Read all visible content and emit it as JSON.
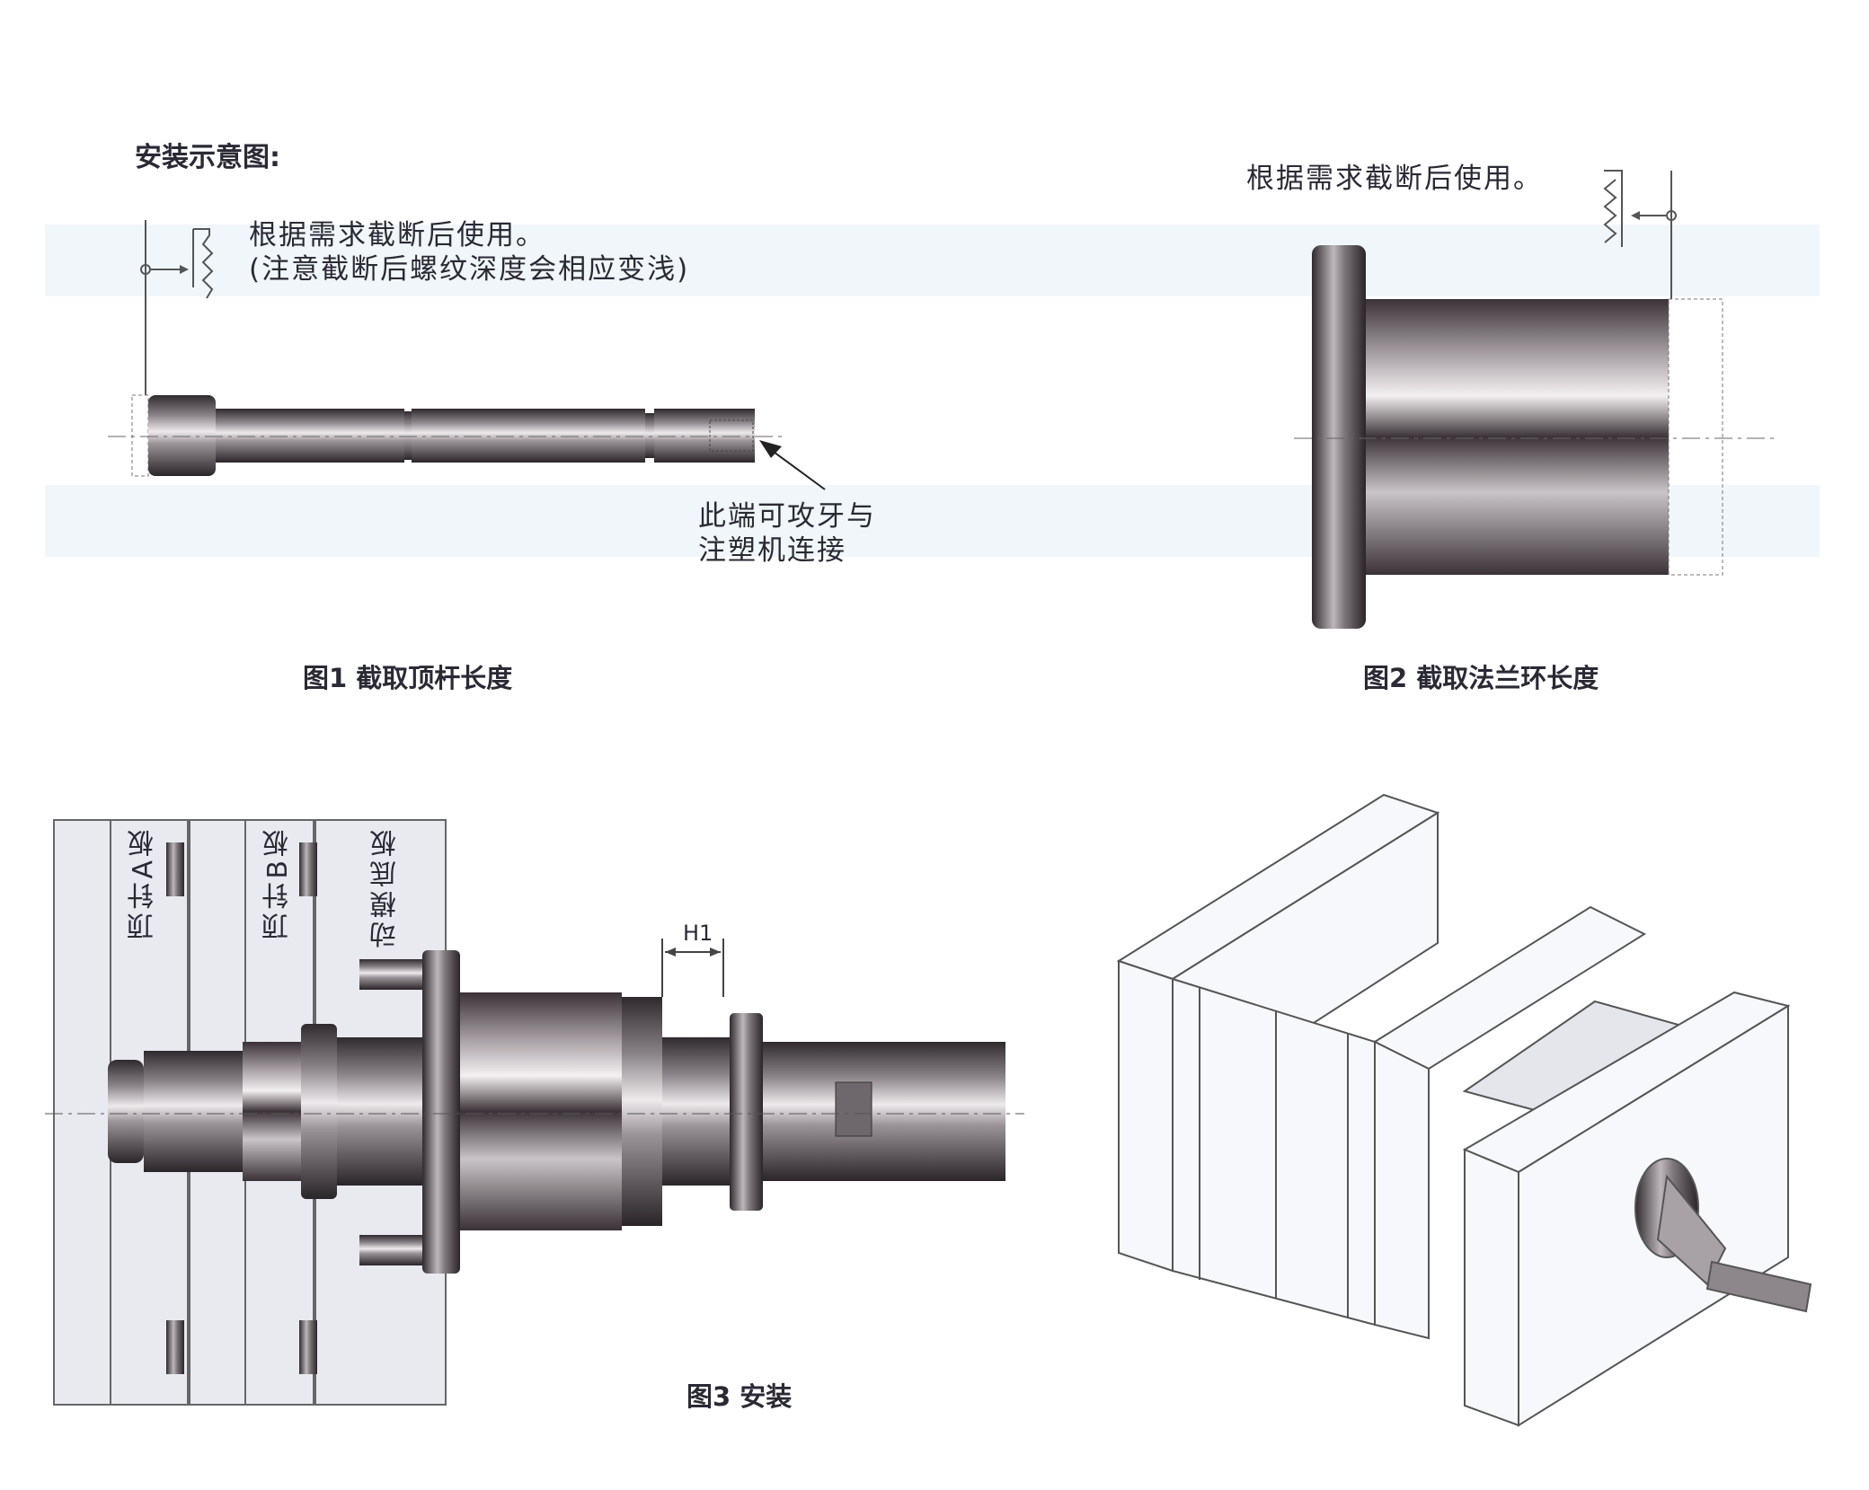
{
  "title": "安装示意图:",
  "figure1": {
    "note_line1": "根据需求截断后使用。",
    "note_line2": "(注意截断后螺纹深度会相应变浅)",
    "callout_line1": "此端可攻牙与",
    "callout_line2": "注塑机连接",
    "caption": "图1 截取顶杆长度"
  },
  "figure2": {
    "note": "根据需求截断后使用。",
    "caption": "图2 截取法兰环长度"
  },
  "figure3": {
    "plate_a": "顶针A板",
    "plate_b": "顶针B板",
    "plate_base": "动模底板",
    "dimension": "H1",
    "caption": "图3 安装"
  },
  "colors": {
    "text": "#2a2a35",
    "plate": "#e8eaf0",
    "metal_dark": "#3a3236",
    "metal_light": "#e6e2e4"
  }
}
